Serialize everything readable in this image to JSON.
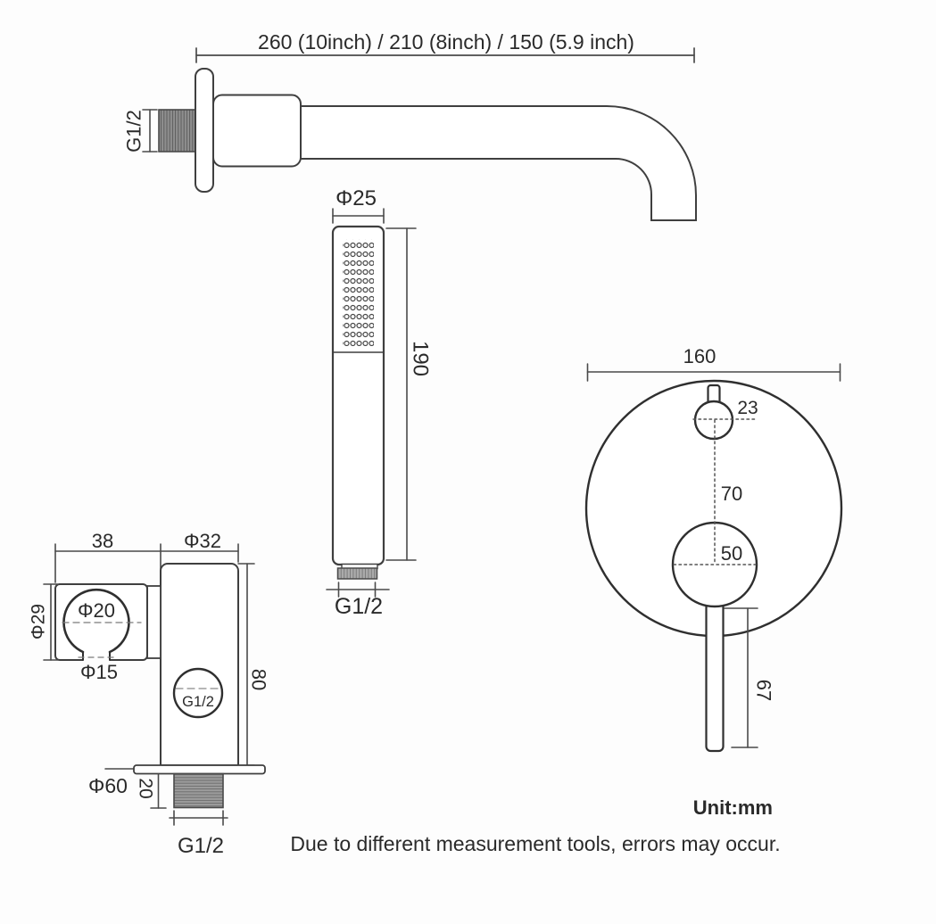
{
  "drawing": {
    "spout": {
      "length_label": "260  (10inch) / 210 (8inch) / 150  (5.9 inch)",
      "thread_label": "G1/2"
    },
    "handshower": {
      "diameter_label": "Φ25",
      "length_label": "190",
      "thread_label": "G1/2"
    },
    "holder": {
      "width_label": "38",
      "body_diameter_label": "Φ32",
      "ring_outer_label": "Φ29",
      "ring_inner_label": "Φ20",
      "ring_opening_label": "Φ15",
      "height_label": "80",
      "side_thread_label": "G1/2",
      "flange_label": "Φ60",
      "thread_length_label": "20",
      "bottom_thread_label": "G1/2"
    },
    "mixer": {
      "plate_diameter_label": "160",
      "diverter_label": "23",
      "spacing_label": "70",
      "handle_base_label": "50",
      "handle_length_label": "67"
    },
    "notes": {
      "unit": "Unit:mm",
      "disclaimer": "Due to different measurement tools, errors may occur."
    },
    "colors": {
      "line": "#3f3f3f",
      "text": "#2a2a2a",
      "thread_dark": "#8a8a8a",
      "thread_light": "#a6a6a6",
      "background": "#fdfdfd"
    }
  }
}
